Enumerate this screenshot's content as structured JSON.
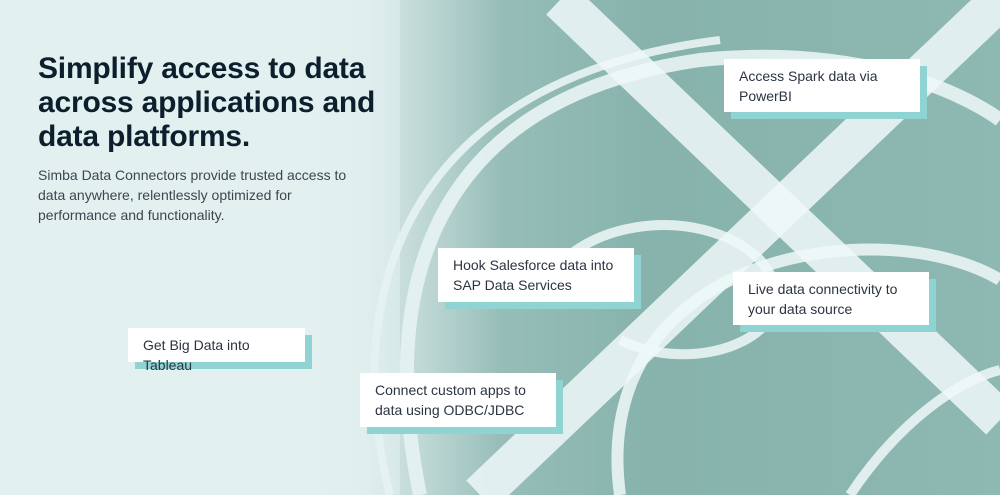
{
  "hero": {
    "title": "Simplify access to data across applications and data platforms.",
    "subtitle": "Simba Data Connectors provide trusted access to data anywhere, relentlessly optimized for performance and functionality."
  },
  "cards": [
    {
      "label": "Access Spark data via PowerBI"
    },
    {
      "label": "Hook Salesforce data into SAP Data Services"
    },
    {
      "label": "Live data connectivity to your data source"
    },
    {
      "label": "Get Big Data into Tableau"
    },
    {
      "label": "Connect custom apps to data using ODBC/JDBC"
    }
  ],
  "colors": {
    "accent": "#8fd3d3",
    "title": "#0d1f2d"
  }
}
